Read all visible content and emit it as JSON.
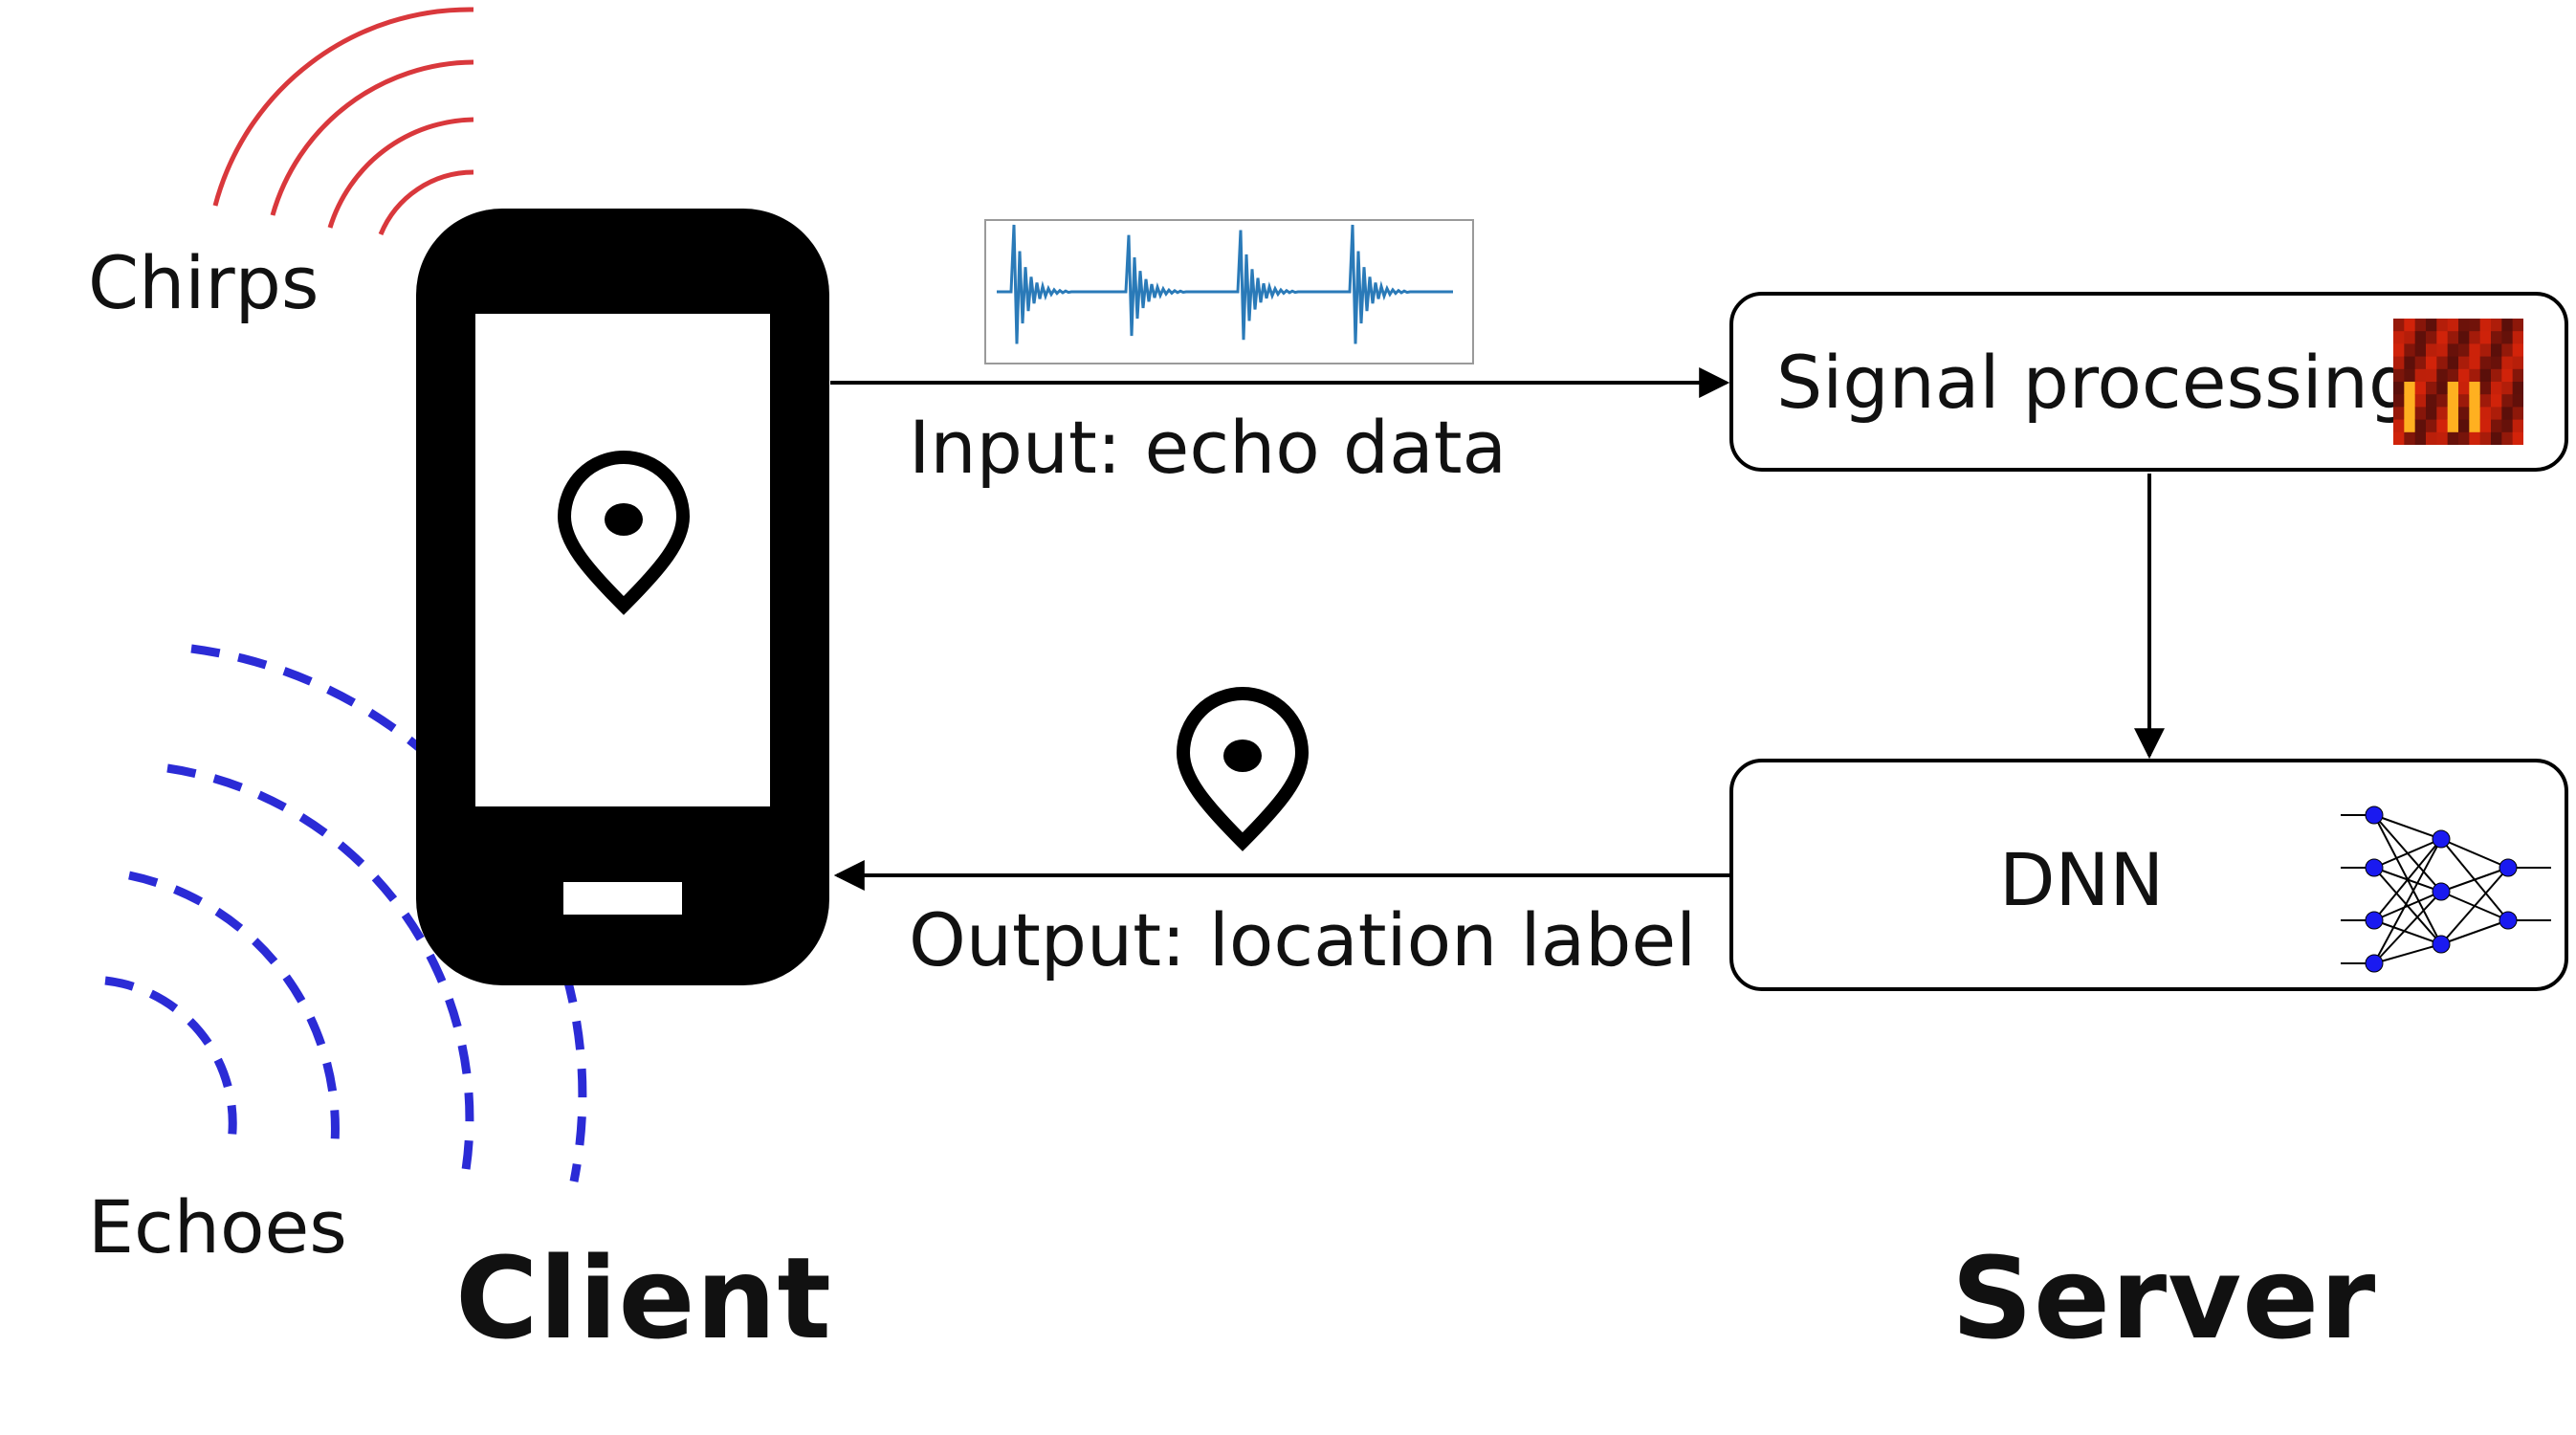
{
  "labels": {
    "chirps": "Chirps",
    "echoes": "Echoes",
    "client": "Client",
    "server": "Server",
    "input": "Input: echo data",
    "output": "Output: location label",
    "signal_processing": "Signal processing",
    "dnn": "DNN"
  },
  "colors": {
    "chirp_waves": "#d9383c",
    "echo_waves": "#2b2bd6",
    "waveform": "#2a7ab8",
    "nn_nodes": "#1a1af0",
    "phone": "#000000",
    "arrow": "#000000"
  },
  "icons": {
    "phone": "smartphone-icon",
    "pin": "location-pin-icon",
    "waveform": "waveform-thumbnail",
    "spectrogram": "spectrogram-thumbnail",
    "network": "neural-network-icon"
  }
}
